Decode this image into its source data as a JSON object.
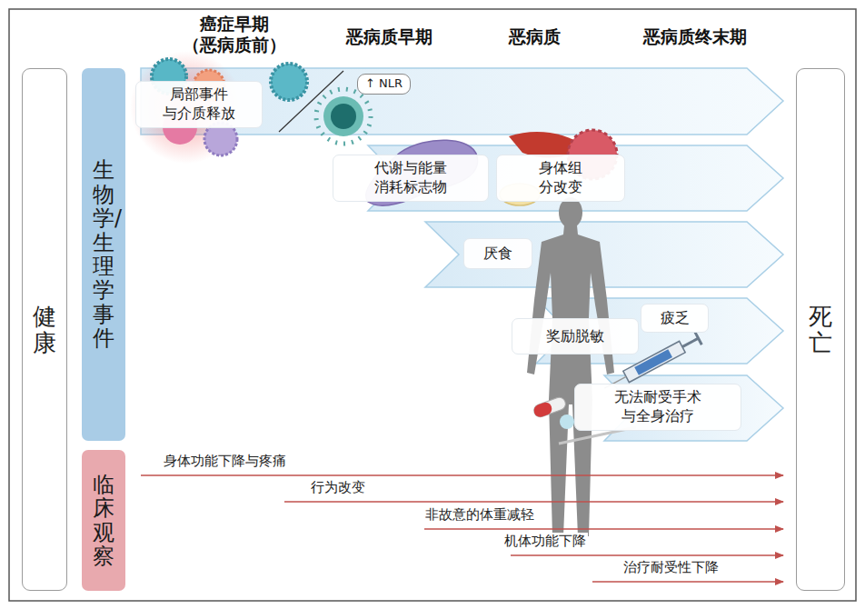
{
  "diagram": {
    "nodes": [
      {
        "text": [
          "健康"
        ]
      },
      {
        "text": [
          "生物学/生理学事件"
        ]
      },
      {
        "text": [
          "局部事件 与介质释放"
        ]
      },
      {
        "text": [
          "↑ NLR"
        ]
      },
      {
        "text": [
          "代谢与能量 消耗标志物"
        ]
      },
      {
        "text": [
          "身体组 分改变"
        ]
      },
      {
        "text": [
          "厌食"
        ]
      },
      {
        "text": [
          "疲乏"
        ]
      },
      {
        "text": [
          "奖励脱敏"
        ]
      },
      {
        "text": [
          "无法耐受手术 与全身治疗"
        ]
      },
      {
        "text": [
          "临床观察"
        ]
      },
      {
        "text": [
          "死亡"
        ]
      }
    ],
    "labels": [
      "癌症早期 （恶病质前）",
      "恶病质早期",
      "恶病质",
      "恶病质终末期",
      "身体功能下降与疼痛",
      "行为改变",
      "非故意的体重减轻",
      "机体功能下降",
      "治疗耐受性下降"
    ]
  }
}
